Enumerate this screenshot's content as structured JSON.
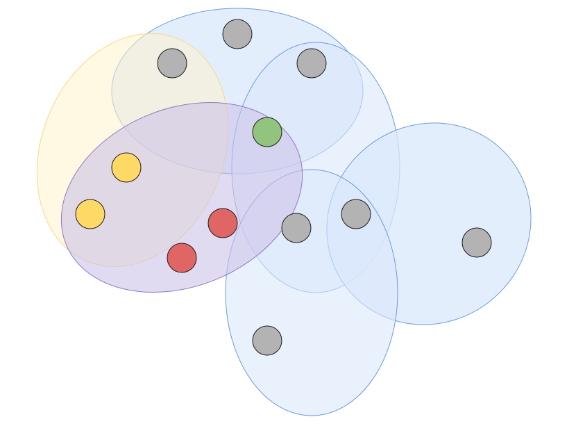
{
  "diagram": {
    "background": "#ffffff",
    "node_stroke": "#1a1a1a",
    "colors": {
      "gray": "#b3b3b3",
      "yellow": "#ffd966",
      "green": "#93c47d",
      "red": "#e06666",
      "blue_fill": "#dae8fc",
      "blue_stroke": "#6c9ae0",
      "yellow_group_fill": "#fff2cc",
      "yellow_group_stroke": "#f5d98a",
      "purple_fill": "#cdc3e8",
      "purple_stroke": "#8f79c0"
    },
    "groups": [
      {
        "id": "group-top",
        "fill": "blue_fill",
        "stroke": "blue_stroke",
        "members": [
          "node-gray-top",
          "node-gray-upper-left",
          "node-gray-upper-right",
          "node-green"
        ]
      },
      {
        "id": "group-center",
        "fill": "blue_fill",
        "stroke": "blue_stroke",
        "members": [
          "node-gray-upper-right",
          "node-green",
          "node-gray-center",
          "node-gray-center-right"
        ]
      },
      {
        "id": "group-right",
        "fill": "blue_fill",
        "stroke": "blue_stroke",
        "members": [
          "node-gray-center-right",
          "node-gray-far-right"
        ]
      },
      {
        "id": "group-bottom",
        "fill": "blue_fill",
        "stroke": "blue_stroke",
        "members": [
          "node-gray-center",
          "node-gray-bottom"
        ]
      },
      {
        "id": "group-yellow",
        "fill": "yellow_group_fill",
        "stroke": "yellow_group_stroke",
        "members": [
          "node-gray-upper-left",
          "node-yellow-1",
          "node-yellow-2"
        ]
      },
      {
        "id": "group-purple",
        "fill": "purple_fill",
        "stroke": "purple_stroke",
        "members": [
          "node-yellow-1",
          "node-yellow-2",
          "node-red-1",
          "node-red-2",
          "node-green"
        ]
      }
    ],
    "nodes": [
      {
        "id": "node-gray-top",
        "color": "gray"
      },
      {
        "id": "node-gray-upper-left",
        "color": "gray"
      },
      {
        "id": "node-gray-upper-right",
        "color": "gray"
      },
      {
        "id": "node-green",
        "color": "green"
      },
      {
        "id": "node-yellow-1",
        "color": "yellow"
      },
      {
        "id": "node-yellow-2",
        "color": "yellow"
      },
      {
        "id": "node-red-1",
        "color": "red"
      },
      {
        "id": "node-red-2",
        "color": "red"
      },
      {
        "id": "node-gray-center",
        "color": "gray"
      },
      {
        "id": "node-gray-center-right",
        "color": "gray"
      },
      {
        "id": "node-gray-far-right",
        "color": "gray"
      },
      {
        "id": "node-gray-bottom",
        "color": "gray"
      }
    ]
  }
}
